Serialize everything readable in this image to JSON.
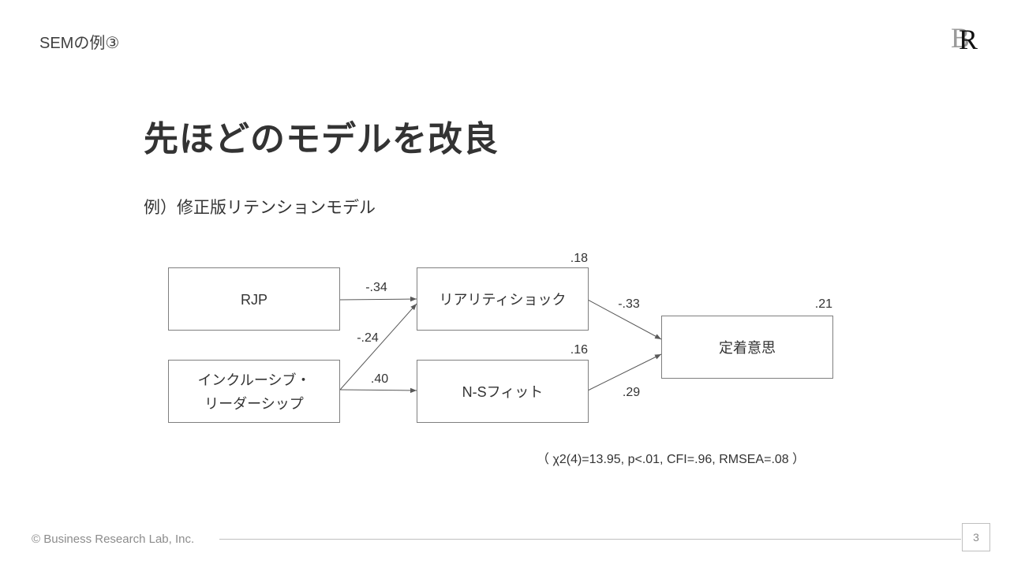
{
  "header": {
    "section_label": "SEMの例③",
    "logo_text": "BR"
  },
  "slide": {
    "title": "先ほどのモデルを改良",
    "subtitle": "例）修正版リテンションモデル"
  },
  "diagram": {
    "nodes": {
      "rjp": "RJP",
      "inclusive_1": "インクルーシブ・",
      "inclusive_2": "リーダーシップ",
      "reality_shock": "リアリティショック",
      "ns_fit": "N-Sフィット",
      "retention": "定着意思"
    },
    "r_squared": {
      "reality_shock": ".18",
      "ns_fit": ".16",
      "retention": ".21"
    },
    "paths": {
      "rjp_to_reality": "-.34",
      "inclusive_to_reality": "-.24",
      "inclusive_to_nsfit": ".40",
      "reality_to_retention": "-.33",
      "nsfit_to_retention": ".29"
    },
    "fit_indices": "（ χ2(4)=13.95, p<.01, CFI=.96, RMSEA=.08 ）"
  },
  "footer": {
    "copyright": "© Business Research Lab, Inc.",
    "page_number": "3"
  }
}
